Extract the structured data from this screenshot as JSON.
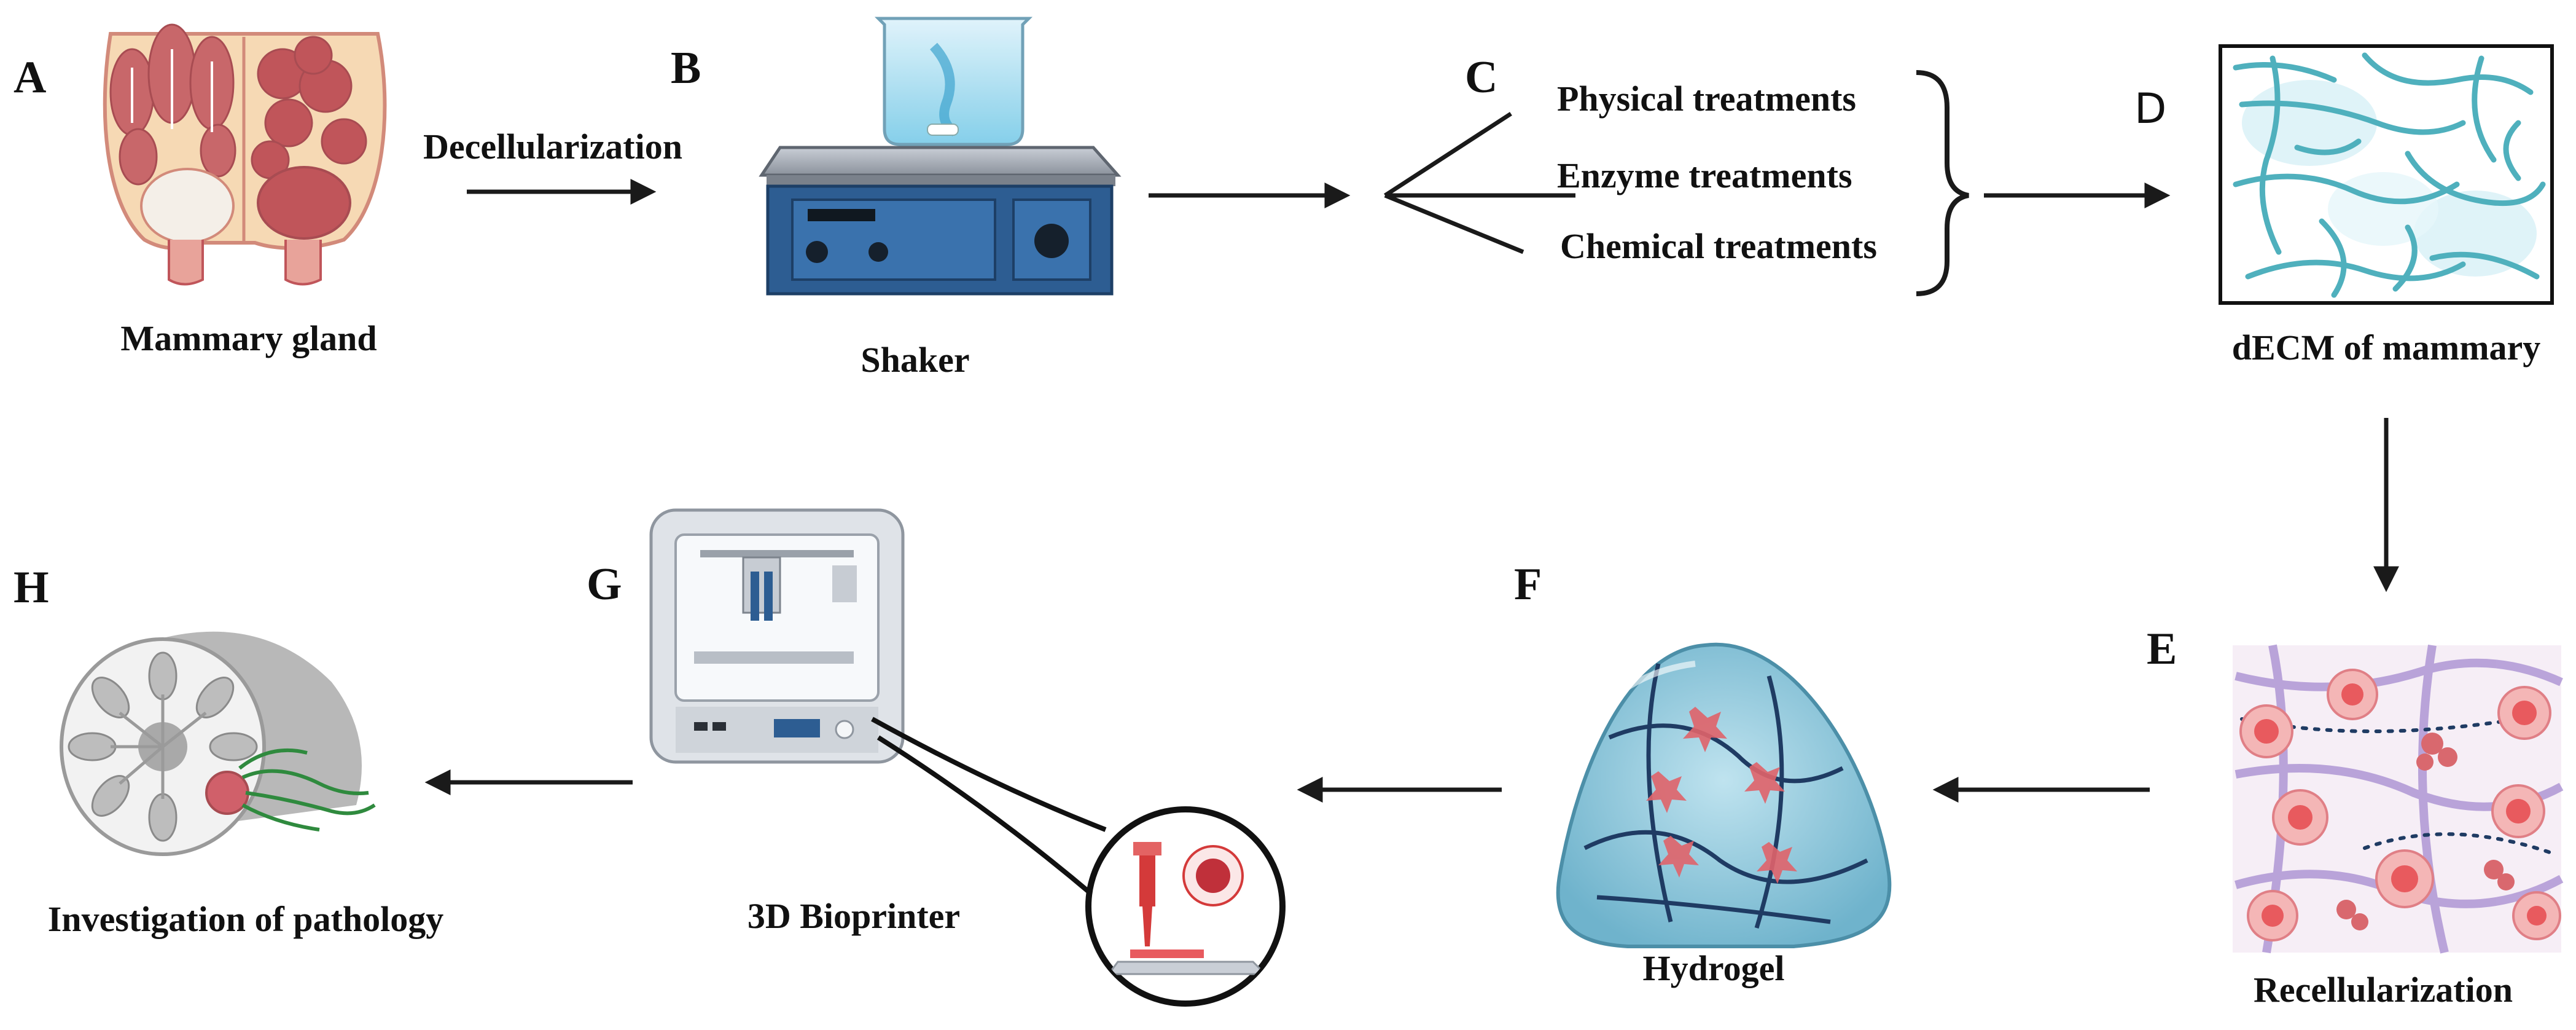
{
  "panels": {
    "a": "A",
    "b": "B",
    "c": "C",
    "d": "D",
    "e": "E",
    "f": "F",
    "g": "G",
    "h": "H"
  },
  "labels": {
    "mammary_gland": "Mammary gland",
    "decellularization": "Decellularization",
    "shaker": "Shaker",
    "physical": "Physical treatments",
    "enzyme": "Enzyme treatments",
    "chemical": "Chemical treatments",
    "decm": "dECM of mammary",
    "recellularization": "Recellularization",
    "hydrogel": "Hydrogel",
    "bioprinter": "3D Bioprinter",
    "pathology": "Investigation of pathology"
  },
  "colors": {
    "tissue_pink": "#e8a39a",
    "tissue_dark": "#c0555a",
    "fat_cream": "#f6d9b4",
    "shaker_blue": "#2d5d92",
    "fiber_teal": "#4fb0bd",
    "hydrogel_blue": "#8fc8dc",
    "printer_grey": "#dfe3e8",
    "accent_red": "#d43a3a",
    "tumor_green": "#2f8a3e"
  }
}
